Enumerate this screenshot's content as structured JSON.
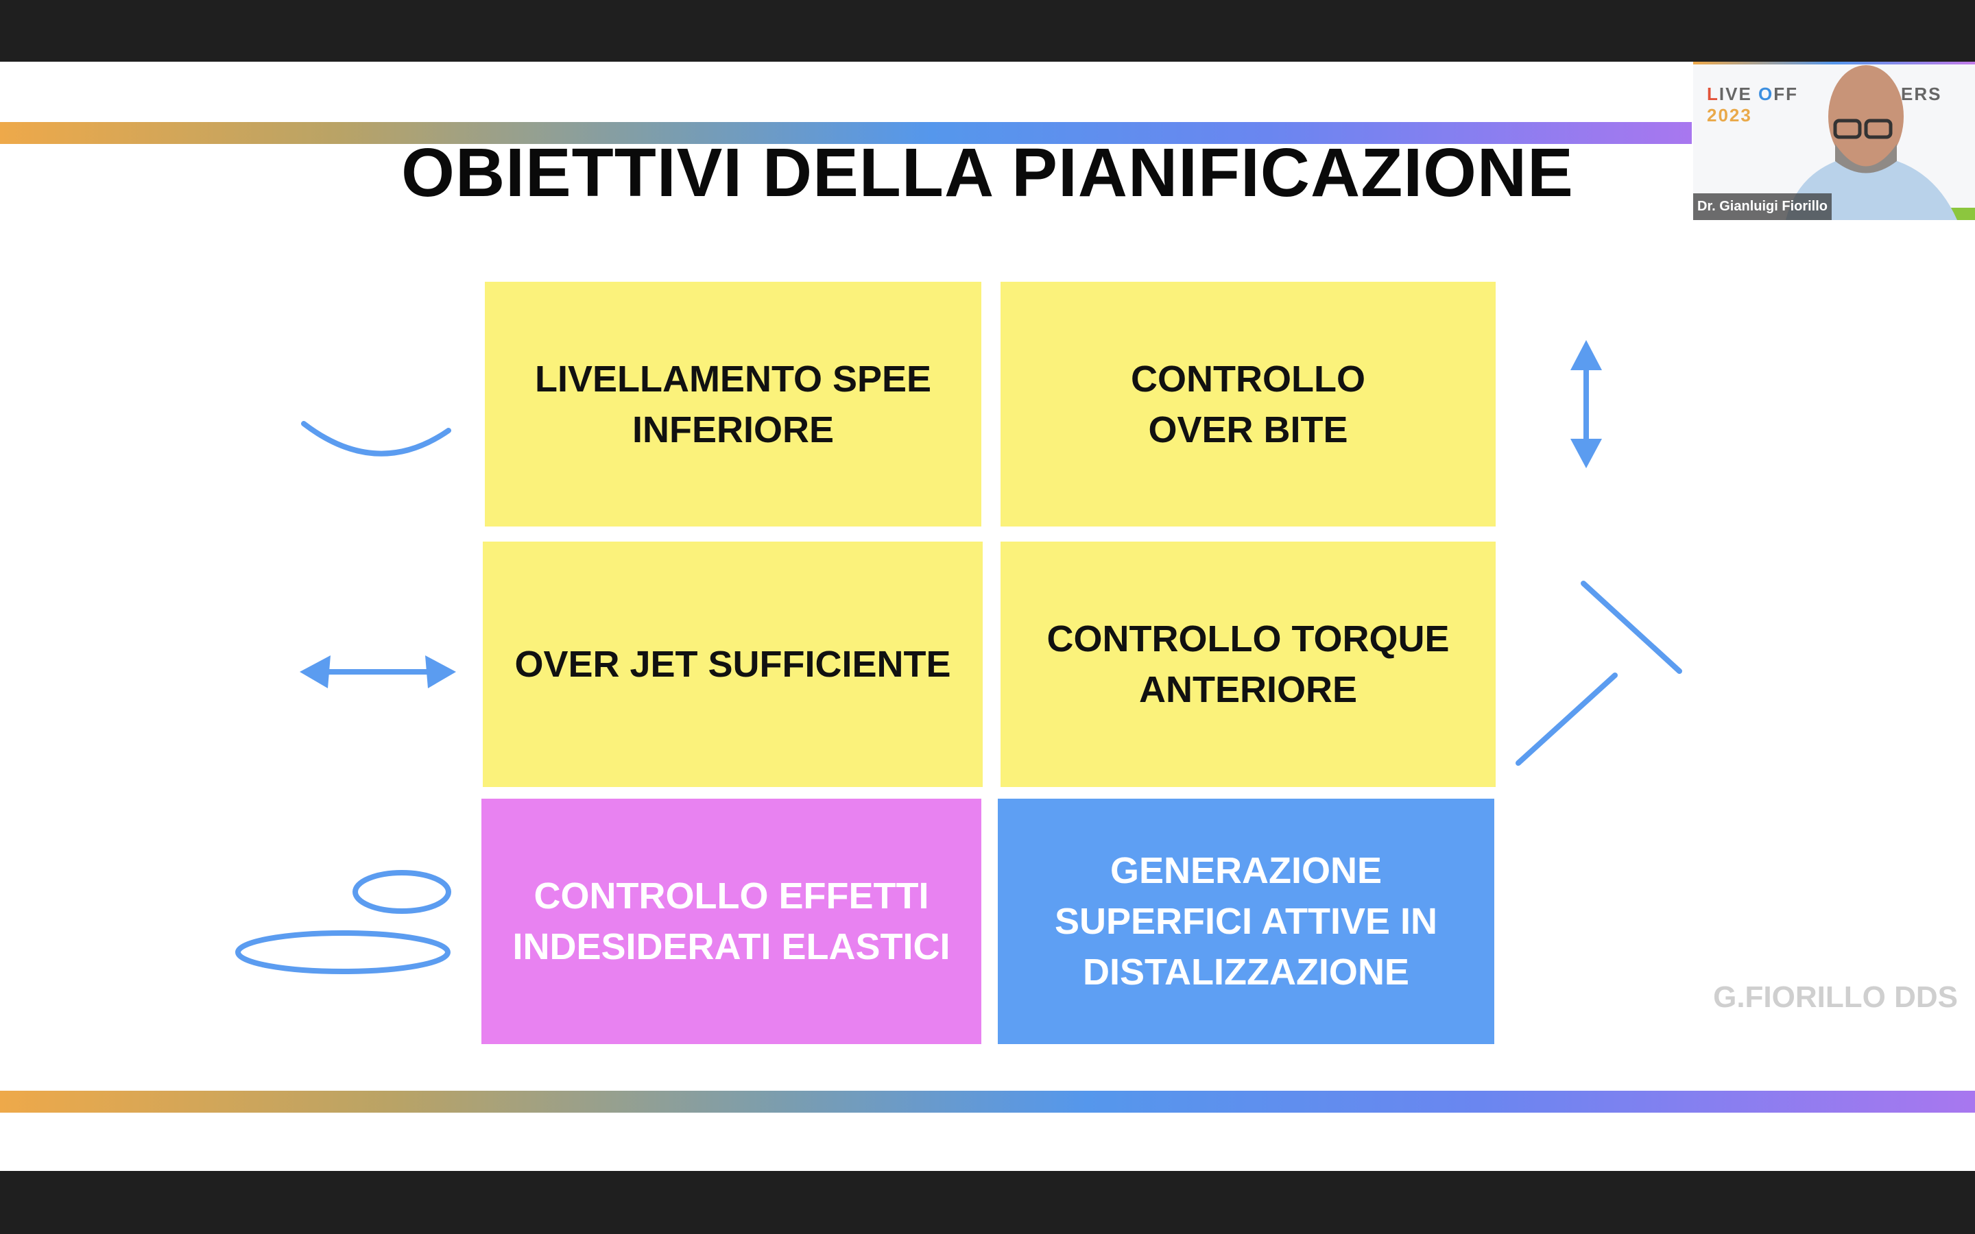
{
  "slide": {
    "title": "OBIETTIVI DELLA PIANIFICAZIONE",
    "boxes": [
      {
        "line1": "LIVELLAMENTO SPEE",
        "line2": "INFERIORE"
      },
      {
        "line1": "CONTROLLO",
        "line2": "OVER BITE"
      },
      {
        "line1": "OVER JET SUFFICIENTE"
      },
      {
        "line1": "CONTROLLO TORQUE",
        "line2": "ANTERIORE"
      },
      {
        "line1": "CONTROLLO EFFETTI",
        "line2": "INDESIDERATI ELASTICI"
      },
      {
        "line1": "GENERAZIONE",
        "line2": "SUPERFICI ATTIVE IN",
        "line3": "DISTALIZZAZIONE"
      }
    ],
    "watermark": "G.FIORILLO DDS",
    "colors": {
      "yellow": "#fbf27b",
      "pink": "#e882f1",
      "blue": "#5e9ff3",
      "sketch": "#5b9cf0"
    }
  },
  "webcam": {
    "banner_l": "L",
    "banner_ive": "IVE ",
    "banner_o": "O",
    "banner_ff": "FF",
    "banner_ers": "ERS",
    "banner_year": "2023",
    "name": "Dr. Gianluigi Fiorillo"
  }
}
